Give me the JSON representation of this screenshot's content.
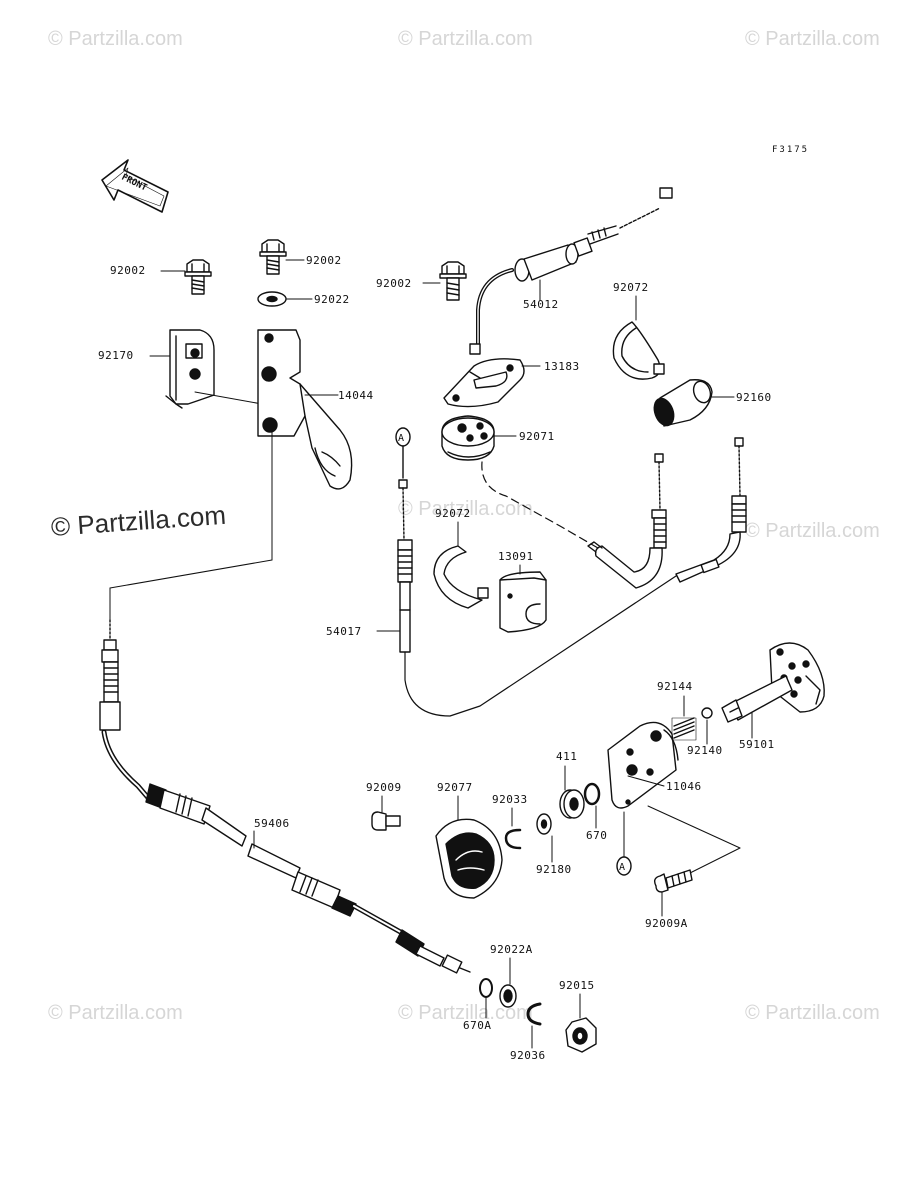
{
  "watermark": {
    "text": "© Partzilla.com",
    "main": "© Partzilla.com"
  },
  "diagram_code": "F3175",
  "front_arrow_label": "FRONT",
  "ref_marker": "A",
  "parts": {
    "p92002a": "92002",
    "p92002b": "92002",
    "p92002c": "92002",
    "p92022": "92022",
    "p92170": "92170",
    "p14044": "14044",
    "p54012": "54012",
    "p13183": "13183",
    "p92071": "92071",
    "p92072a": "92072",
    "p92072b": "92072",
    "p92160": "92160",
    "p13091": "13091",
    "p54017": "54017",
    "p92144": "92144",
    "p92140": "92140",
    "p59101": "59101",
    "p411": "411",
    "p11046": "11046",
    "p670": "670",
    "p92009": "92009",
    "p92077": "92077",
    "p92033": "92033",
    "p92180": "92180",
    "p59406": "59406",
    "p92009A": "92009A",
    "p92022A": "92022A",
    "p92015": "92015",
    "p670A": "670A",
    "p92036": "92036"
  }
}
